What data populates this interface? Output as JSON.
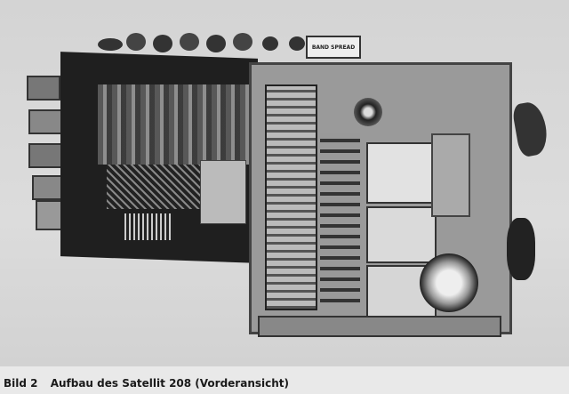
{
  "figure": {
    "chassis_label": "BAND SPREAD",
    "caption_number": "Bild 2",
    "caption_text": "Aufbau des Satellit 208 (Vorderansicht)"
  }
}
